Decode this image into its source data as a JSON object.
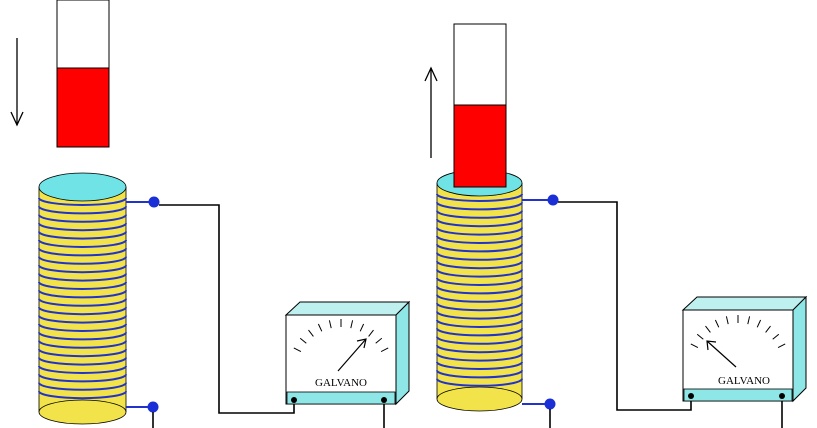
{
  "panels": [
    {
      "id": "left",
      "magnet_motion": "down",
      "galvano_label": "GALVANO",
      "needle_deflection": "right"
    },
    {
      "id": "right",
      "magnet_motion": "up",
      "galvano_label": "GALVANO",
      "needle_deflection": "left"
    }
  ],
  "colors": {
    "magnet_pole": "#ff0000",
    "magnet_body": "#ffffff",
    "coil_body": "#f2e34a",
    "coil_top": "#6fe3e6",
    "coil_wire": "#2233cc",
    "terminal": "#1a2fd6",
    "circuit_wire": "#000000",
    "galvano_face": "#ffffff",
    "galvano_frame": "#8fe6e6"
  }
}
